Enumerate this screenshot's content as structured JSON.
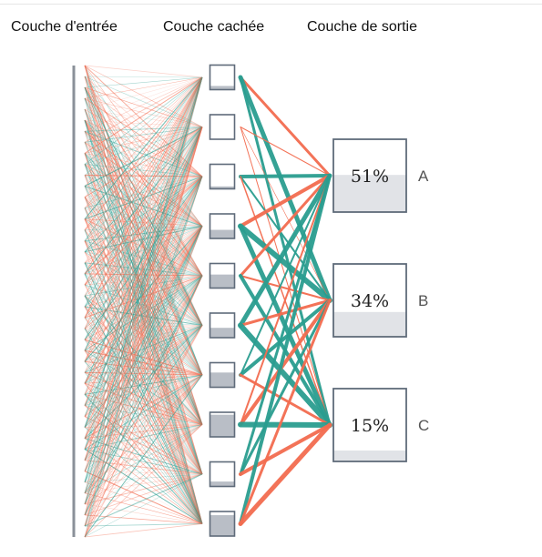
{
  "layers": {
    "input": "Couche d'entrée",
    "hidden": "Couche cachée",
    "output": "Couche de sortie"
  },
  "colors": {
    "teal": "#2a9d8f",
    "orange": "#f26b4f",
    "node_border": "#5f6b7a",
    "node_fill": "#b9bec6",
    "output_fill": "#e1e3e7"
  },
  "hidden_nodes": [
    {
      "activation": 0.15
    },
    {
      "activation": 0.0
    },
    {
      "activation": 0.1
    },
    {
      "activation": 0.35
    },
    {
      "activation": 0.55
    },
    {
      "activation": 0.4
    },
    {
      "activation": 0.6
    },
    {
      "activation": 0.9
    },
    {
      "activation": 0.2
    },
    {
      "activation": 0.85
    }
  ],
  "outputs": [
    {
      "label": "51%",
      "class": "A",
      "fill": 0.51
    },
    {
      "label": "34%",
      "class": "B",
      "fill": 0.34
    },
    {
      "label": "15%",
      "class": "C",
      "fill": 0.15
    }
  ],
  "connections": [
    {
      "from": 0,
      "to": 0,
      "color": "orange",
      "weight": 3
    },
    {
      "from": 0,
      "to": 1,
      "color": "teal",
      "weight": 5
    },
    {
      "from": 0,
      "to": 2,
      "color": "teal",
      "weight": 3
    },
    {
      "from": 1,
      "to": 0,
      "color": "orange",
      "weight": 1
    },
    {
      "from": 1,
      "to": 1,
      "color": "orange",
      "weight": 0.6
    },
    {
      "from": 1,
      "to": 2,
      "color": "orange",
      "weight": 1
    },
    {
      "from": 2,
      "to": 0,
      "color": "teal",
      "weight": 4
    },
    {
      "from": 2,
      "to": 1,
      "color": "teal",
      "weight": 2
    },
    {
      "from": 2,
      "to": 2,
      "color": "orange",
      "weight": 1.5
    },
    {
      "from": 3,
      "to": 0,
      "color": "orange",
      "weight": 4
    },
    {
      "from": 3,
      "to": 1,
      "color": "teal",
      "weight": 6
    },
    {
      "from": 3,
      "to": 2,
      "color": "teal",
      "weight": 5
    },
    {
      "from": 4,
      "to": 0,
      "color": "orange",
      "weight": 3
    },
    {
      "from": 4,
      "to": 1,
      "color": "orange",
      "weight": 2
    },
    {
      "from": 4,
      "to": 2,
      "color": "teal",
      "weight": 4
    },
    {
      "from": 5,
      "to": 0,
      "color": "teal",
      "weight": 5
    },
    {
      "from": 5,
      "to": 1,
      "color": "orange",
      "weight": 3
    },
    {
      "from": 5,
      "to": 2,
      "color": "teal",
      "weight": 6
    },
    {
      "from": 6,
      "to": 0,
      "color": "teal",
      "weight": 2
    },
    {
      "from": 6,
      "to": 1,
      "color": "teal",
      "weight": 4
    },
    {
      "from": 6,
      "to": 2,
      "color": "orange",
      "weight": 3
    },
    {
      "from": 7,
      "to": 0,
      "color": "orange",
      "weight": 2
    },
    {
      "from": 7,
      "to": 1,
      "color": "orange",
      "weight": 4
    },
    {
      "from": 7,
      "to": 2,
      "color": "teal",
      "weight": 6
    },
    {
      "from": 8,
      "to": 0,
      "color": "teal",
      "weight": 3
    },
    {
      "from": 8,
      "to": 1,
      "color": "teal",
      "weight": 3
    },
    {
      "from": 8,
      "to": 2,
      "color": "orange",
      "weight": 4
    },
    {
      "from": 9,
      "to": 0,
      "color": "teal",
      "weight": 4
    },
    {
      "from": 9,
      "to": 1,
      "color": "orange",
      "weight": 3
    },
    {
      "from": 9,
      "to": 2,
      "color": "orange",
      "weight": 5
    }
  ]
}
